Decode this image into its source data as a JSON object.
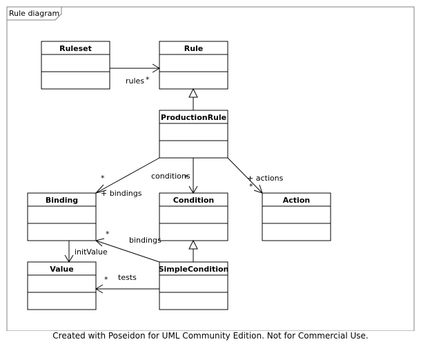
{
  "frame": {
    "title": "Rule diagram"
  },
  "classes": {
    "ruleset": "Ruleset",
    "rule": "Rule",
    "production_rule": "ProductionRule",
    "binding": "Binding",
    "condition": "Condition",
    "action": "Action",
    "value": "Value",
    "simple_condition": "SimpleCondition"
  },
  "labels": {
    "rules": "rules",
    "rules_mult": "*",
    "bindings_mult": "*",
    "bindings_plus": "+ bindings",
    "conditions": "conditions",
    "conditions_mult": "*",
    "actions_plus": "+ actions",
    "actions_mult": "*",
    "sc_bindings_mult": "*",
    "sc_bindings": "bindings",
    "init_value": "initValue",
    "tests": "tests",
    "tests_mult": "*"
  },
  "footer": "Created with Poseidon for UML Community Edition. Not for Commercial Use."
}
